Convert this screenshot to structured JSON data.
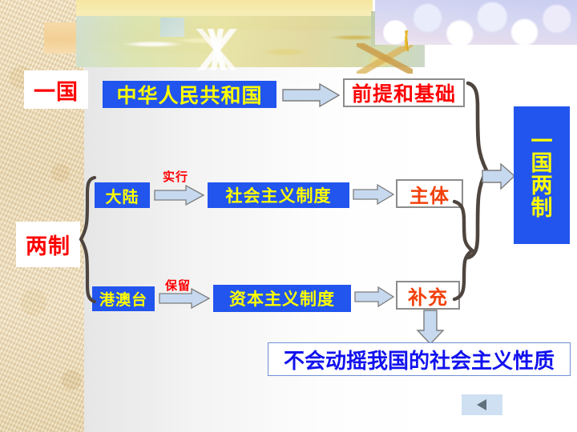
{
  "slide": {
    "categories": [
      {
        "id": "one-country",
        "label": "一国"
      },
      {
        "id": "two-systems",
        "label": "两制"
      }
    ],
    "boxes": {
      "prc": "中华人民共和国",
      "premise": "前提和基础",
      "mainland": "大陆",
      "socialist_system": "社会主义制度",
      "main_body": "主体",
      "hmt": "港澳台",
      "capitalist_system": "资本主义制度",
      "supplement": "补充",
      "conclusion": "不会动摇我国的社会主义性质"
    },
    "result_box": {
      "chars": [
        "一",
        "国",
        "两",
        "制"
      ]
    },
    "connector_labels": {
      "implement": "实行",
      "retain": "保留"
    },
    "icons": {
      "arrow_right": "arrow-right-icon",
      "arrow_down": "arrow-down-icon",
      "brace_left": "curly-brace-left-icon",
      "brace_right": "curly-brace-right-icon",
      "nav_prev": "triangle-left-icon"
    },
    "colors": {
      "box_blue": "#2255ee",
      "box_text_yellow": "#ffff00",
      "label_red": "#fd0000",
      "accent_orange": "#f1400a",
      "conclusion_blue": "#1111ee",
      "arrow_fill": "#c7d9ef",
      "arrow_stroke": "#7d7d7d",
      "brace_stroke": "#4f453f",
      "nav_button_bg": "#cfe0f2"
    }
  }
}
